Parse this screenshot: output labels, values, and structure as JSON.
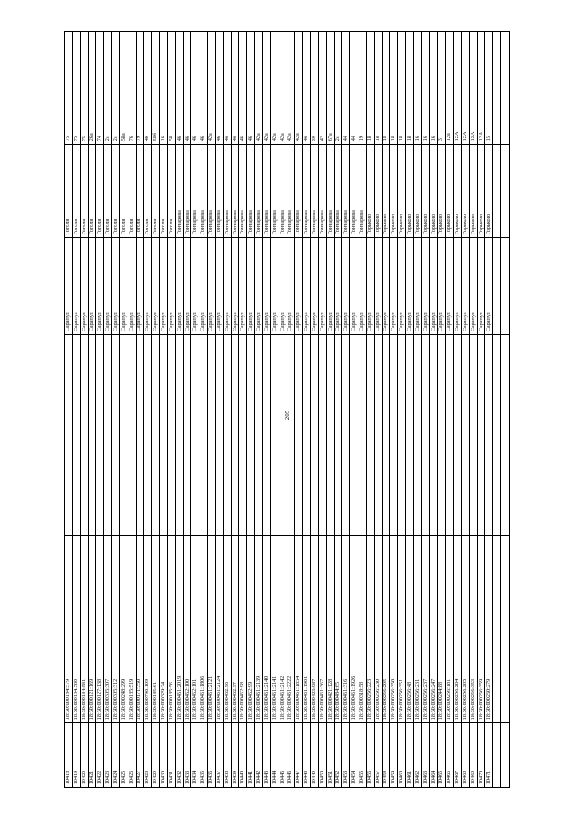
{
  "page_number": "205",
  "rows": [
    {
      "id": "10418",
      "cad": "18:30:000184:579",
      "city": "Сарапул",
      "street": "Гоголя",
      "house": "75"
    },
    {
      "id": "10419",
      "cad": "18:30:000184:580",
      "city": "Сарапул",
      "street": "Гоголя",
      "house": "75"
    },
    {
      "id": "10420",
      "cad": "18:30:000184:581",
      "city": "Сарапул",
      "street": "Гоголя",
      "house": "75"
    },
    {
      "id": "10421",
      "cad": "18:30:000121:169",
      "city": "Сарапул",
      "street": "Гоголя",
      "house": "26а"
    },
    {
      "id": "10422",
      "cad": "18:30:000127:138",
      "city": "Сарапул",
      "street": "Гоголя",
      "house": "74"
    },
    {
      "id": "10423",
      "cad": "18:30:000305:307",
      "city": "Сарапул",
      "street": "Гоголя",
      "house": "2а"
    },
    {
      "id": "10424",
      "cad": "18:30:000305:312",
      "city": "Сарапул",
      "street": "Гоголя",
      "house": "2а"
    },
    {
      "id": "10425",
      "cad": "18:30:000248:299",
      "city": "Сарапул",
      "street": "Гоголя",
      "house": "58а"
    },
    {
      "id": "10426",
      "cad": "18:30:000185:519",
      "city": "Сарапул",
      "street": "Гоголя",
      "house": "76"
    },
    {
      "id": "10427",
      "cad": "18:30:000171:350",
      "city": "Сарапул",
      "street": "Гоголя",
      "house": "79"
    },
    {
      "id": "10428",
      "cad": "18:30:000790:109",
      "city": "Сарапул",
      "street": "Гоголя",
      "house": "40"
    },
    {
      "id": "10429",
      "cad": "18:30:000185:61",
      "city": "Сарапул",
      "street": "Гоголя",
      "house": "58б"
    },
    {
      "id": "10430",
      "cad": "18:30:000329:24",
      "city": "Сарапул",
      "street": "Гоголя",
      "house": "16"
    },
    {
      "id": "10431",
      "cad": "18:30:000185:56",
      "city": "Сарапул",
      "street": "Гоголя",
      "house": "58"
    },
    {
      "id": "10432",
      "cad": "18:30:000461:2019",
      "city": "Сарапул",
      "street": "Гончарова",
      "house": "46"
    },
    {
      "id": "10433",
      "cad": "18:30:000462:100",
      "city": "Сарапул",
      "street": "Гончарова",
      "house": "46"
    },
    {
      "id": "10434",
      "cad": "18:30:000462:101",
      "city": "Сарапул",
      "street": "Гончарова",
      "house": "46"
    },
    {
      "id": "10435",
      "cad": "18:30:000461:1806",
      "city": "Сарапул",
      "street": "Гончарова",
      "house": "46"
    },
    {
      "id": "10436",
      "cad": "18:30:000461:2121",
      "city": "Сарапул",
      "street": "Гончарова",
      "house": "42а"
    },
    {
      "id": "10437",
      "cad": "18:30:000461:2124",
      "city": "Сарапул",
      "street": "Гончарова",
      "house": "46"
    },
    {
      "id": "10438",
      "cad": "18:30:000462:96",
      "city": "Сарапул",
      "street": "Гончарова",
      "house": "46"
    },
    {
      "id": "10439",
      "cad": "18:30:000462:97",
      "city": "Сарапул",
      "street": "Гончарова",
      "house": "46"
    },
    {
      "id": "10440",
      "cad": "18:30:000462:98",
      "city": "Сарапул",
      "street": "Гончарова",
      "house": "46"
    },
    {
      "id": "10441",
      "cad": "18:30:000462:99",
      "city": "Сарапул",
      "street": "Гончарова",
      "house": "46"
    },
    {
      "id": "10442",
      "cad": "18:30:000461:2139",
      "city": "Сарапул",
      "street": "Гончарова",
      "house": "42а"
    },
    {
      "id": "10443",
      "cad": "18:30:000461:2140",
      "city": "Сарапул",
      "street": "Гончарова",
      "house": "42а"
    },
    {
      "id": "10444",
      "cad": "18:30:000461:2141",
      "city": "Сарапул",
      "street": "Гончарова",
      "house": "42а"
    },
    {
      "id": "10445",
      "cad": "18:30:000461:2142",
      "city": "Сарапул",
      "street": "Гончарова",
      "house": "42а"
    },
    {
      "id": "10446",
      "cad": "18:30:000461:2222",
      "city": "Сарапул",
      "street": "Гончарова",
      "house": "42а"
    },
    {
      "id": "10447",
      "cad": "18:30:000461:1854",
      "city": "Сарапул",
      "street": "Гончарова",
      "house": "42а"
    },
    {
      "id": "10448",
      "cad": "18:30:000461:1901",
      "city": "Сарапул",
      "street": "Гончарова",
      "house": "46"
    },
    {
      "id": "10449",
      "cad": "18:30:000423:987",
      "city": "Сарапул",
      "street": "Гончарова",
      "house": "39"
    },
    {
      "id": "10450",
      "cad": "18:30:000461:367",
      "city": "Сарапул",
      "street": "Гончарова",
      "house": "42"
    },
    {
      "id": "10451",
      "cad": "18:30:000421:128",
      "city": "Сарапул",
      "street": "Гончарова",
      "house": "67а"
    },
    {
      "id": "10452",
      "cad": "18:30:000484:65",
      "city": "Сарапул",
      "street": "Гончарова",
      "house": "2а"
    },
    {
      "id": "10453",
      "cad": "18:30:000461:316",
      "city": "Сарапул",
      "street": "Гончарова",
      "house": "44"
    },
    {
      "id": "10454",
      "cad": "18:30:000461:1926",
      "city": "Сарапул",
      "street": "Гончарова",
      "house": "44"
    },
    {
      "id": "10455",
      "cad": "18:30:000318:58",
      "city": "Сарапул",
      "street": "Гончарова",
      "house": "19"
    },
    {
      "id": "10456",
      "cad": "18:30:000256:223",
      "city": "Сарапул",
      "street": "Горького",
      "house": "18"
    },
    {
      "id": "10457",
      "cad": "18:30:000256:230",
      "city": "Сарапул",
      "street": "Горького",
      "house": "18"
    },
    {
      "id": "10458",
      "cad": "18:30:000256:205",
      "city": "Сарапул",
      "street": "Горького",
      "house": "18"
    },
    {
      "id": "10459",
      "cad": "18:30:000256:350",
      "city": "Сарапул",
      "street": "Горького",
      "house": "18"
    },
    {
      "id": "10460",
      "cad": "18:30:000256:351",
      "city": "Сарапул",
      "street": "Горького",
      "house": "18"
    },
    {
      "id": "10461",
      "cad": "18:30:000256:48",
      "city": "Сарапул",
      "street": "Горького",
      "house": "18"
    },
    {
      "id": "10462",
      "cad": "18:30:000256:231",
      "city": "Сарапул",
      "street": "Горького",
      "house": "16"
    },
    {
      "id": "10463",
      "cad": "18:30:000256:237",
      "city": "Сарапул",
      "street": "Горького",
      "house": "16"
    },
    {
      "id": "10464",
      "cad": "18:30:000256:247",
      "city": "Сарапул",
      "street": "Горького",
      "house": "16"
    },
    {
      "id": "10465",
      "cad": "18:30:000244:88",
      "city": "Сарапул",
      "street": "Горького",
      "house": "3"
    },
    {
      "id": "10466",
      "cad": "18:30:000256:181",
      "city": "Сарапул",
      "street": "Горького",
      "house": "12а"
    },
    {
      "id": "10467",
      "cad": "18:30:000256:284",
      "city": "Сарапул",
      "street": "Горького",
      "house": "12А"
    },
    {
      "id": "10468",
      "cad": "18:30:000256:285",
      "city": "Сарапул",
      "street": "Горького",
      "house": "12А"
    },
    {
      "id": "10469",
      "cad": "18:30:000256:353",
      "city": "Сарапул",
      "street": "Горького",
      "house": "12А"
    },
    {
      "id": "10470",
      "cad": "18:30:000256:359",
      "city": "Сарапул",
      "street": "Горького",
      "house": "12А"
    },
    {
      "id": "10471",
      "cad": "18:30:000260:279",
      "city": "Сарапул",
      "street": "Горького",
      "house": "15"
    }
  ]
}
